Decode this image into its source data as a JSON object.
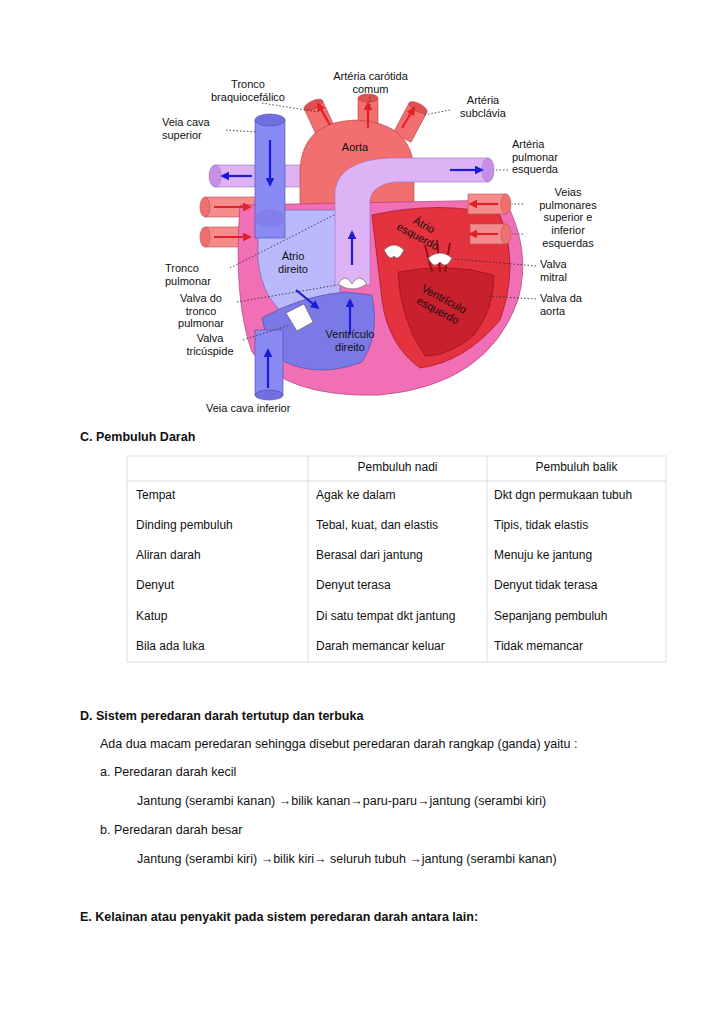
{
  "diagram": {
    "labels": [
      "Tronco braquiocefálico",
      "Artéria carótida comum",
      "Artéria subclávia",
      "Veia cava superior",
      "Aorta",
      "Artéria pulmonar esquerda",
      "Veias pulmonares superior e inferior esquerdas",
      "Átrio esquerdo",
      "Átrio direito",
      "Tronco pulmonar",
      "Valva mitral",
      "Valva do tronco pulmonar",
      "Ventrículo esquerdo",
      "Valva da aorta",
      "Valva tricúspide",
      "Ventrículo direito",
      "Veia cava inferior",
      "C. Pembuluh Darah",
      "Pembuluh nadi",
      "Pembuluh balik",
      "Tempat",
      "Agak ke dalam",
      "Dkt dgn permukaan tubuh",
      "Dinding pembuluh",
      "Tebal, kuat, dan elastis",
      "Tipis, tidak elastis",
      "Aliran darah",
      "Berasal dari jantung",
      "Menuju ke jantung",
      "Denyut",
      "Denyut terasa",
      "Denyut tidak terasa",
      "Katup",
      "Di satu tempat dkt jantung",
      "Sepanjang pembuluh",
      "Bila ada luka",
      "Darah memancar keluar",
      "Tidak memancar",
      "D. Sistem peredaran darah tertutup dan terbuka",
      "Ada dua macam peredaran sehingga disebut peredaran darah rangkap (ganda) yaitu :",
      "a. Peredaran darah kecil",
      "Jantung (serambi kanan) →bilik kanan→paru-paru→jantung (serambi kiri)",
      "b. Peredaran darah besar",
      "Jantung (serambi kiri) →bilik kiri→ seluruh tubuh →jantung (serambi kanan)",
      "E. Kelainan atau penyakit pada sistem peredaran darah antara lain:"
    ]
  }
}
